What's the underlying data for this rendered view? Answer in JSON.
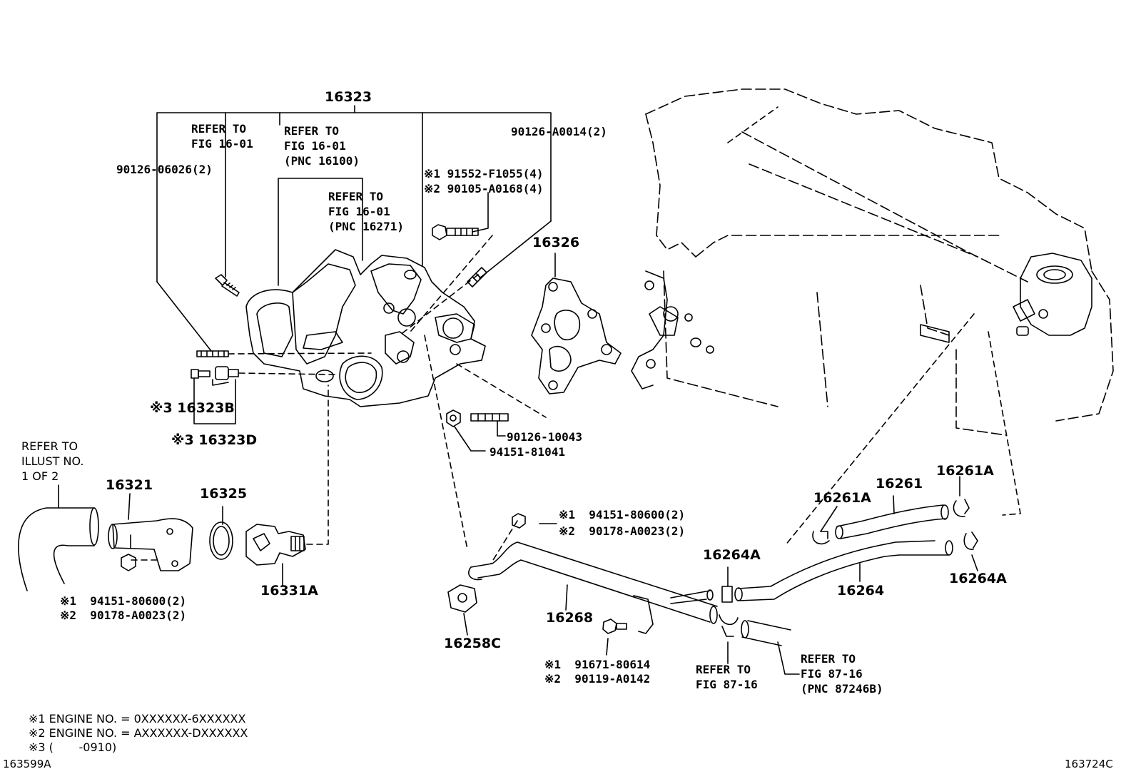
{
  "parts": {
    "p16323": "16323",
    "p16326": "16326",
    "p16323B": "※3 16323B",
    "p16323D": "※3 16323D",
    "p16321": "16321",
    "p16325": "16325",
    "p16331A": "16331A",
    "p16268": "16268",
    "p16258C": "16258C",
    "p16261": "16261",
    "p16261A_left": "16261A",
    "p16261A_right": "16261A",
    "p16264": "16264",
    "p16264A_mid": "16264A",
    "p16264A_right": "16264A"
  },
  "bolts": {
    "b90126_06026": "90126-06026(2)",
    "b90126_A0014": "90126-A0014(2)",
    "b91552": "※1 91552-F1055(4)",
    "b90105": "※2 90105-A0168(4)",
    "b90126_10043": "90126-10043",
    "b94151_81041": "94151-81041",
    "b94151_80600_upper": "※1  94151-80600(2)",
    "b90178_upper": "※2  90178-A0023(2)",
    "b94151_80600_lower": "※1  94151-80600(2)",
    "b90178_lower": "※2  90178-A0023(2)",
    "b91671": "※1  91671-80614",
    "b90119": "※2  90119-A0142"
  },
  "refs": {
    "r_fig1601_a": "REFER TO\nFIG 16-01",
    "r_fig1601_b": "REFER TO\nFIG 16-01\n(PNC 16100)",
    "r_fig1601_c": "REFER TO\nFIG 16-01\n(PNC 16271)",
    "r_illust": "REFER TO\nILLUST NO.\n1 OF 2",
    "r_fig8716_a": "REFER TO\nFIG 87-16",
    "r_fig8716_b": "REFER TO\nFIG 87-16\n(PNC 87246B)"
  },
  "notes": {
    "n1": "※1 ENGINE NO. = 0XXXXXX-6XXXXXX",
    "n2": "※2 ENGINE NO. = AXXXXXX-DXXXXXX",
    "n3": "※3 (       -0910)"
  },
  "codes": {
    "left": "163599A",
    "right": "163724C"
  }
}
